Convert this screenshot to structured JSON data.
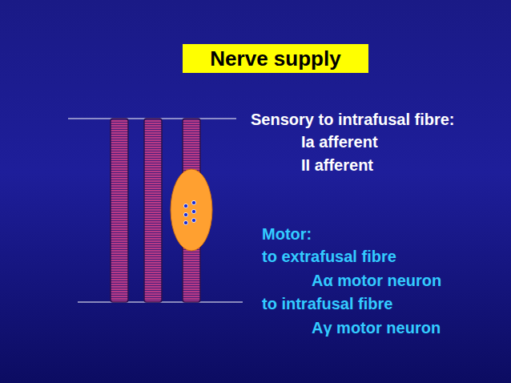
{
  "diagram": {
    "title": "Nerve supply",
    "labels": [
      "Sensory to intrafusal fibre:",
      "Ia afferent",
      "II afferent",
      "Motor:",
      "to extrafusal fibre",
      "Aα motor neuron",
      "to intrafusal fibre",
      "Aγ motor neuron"
    ]
  }
}
